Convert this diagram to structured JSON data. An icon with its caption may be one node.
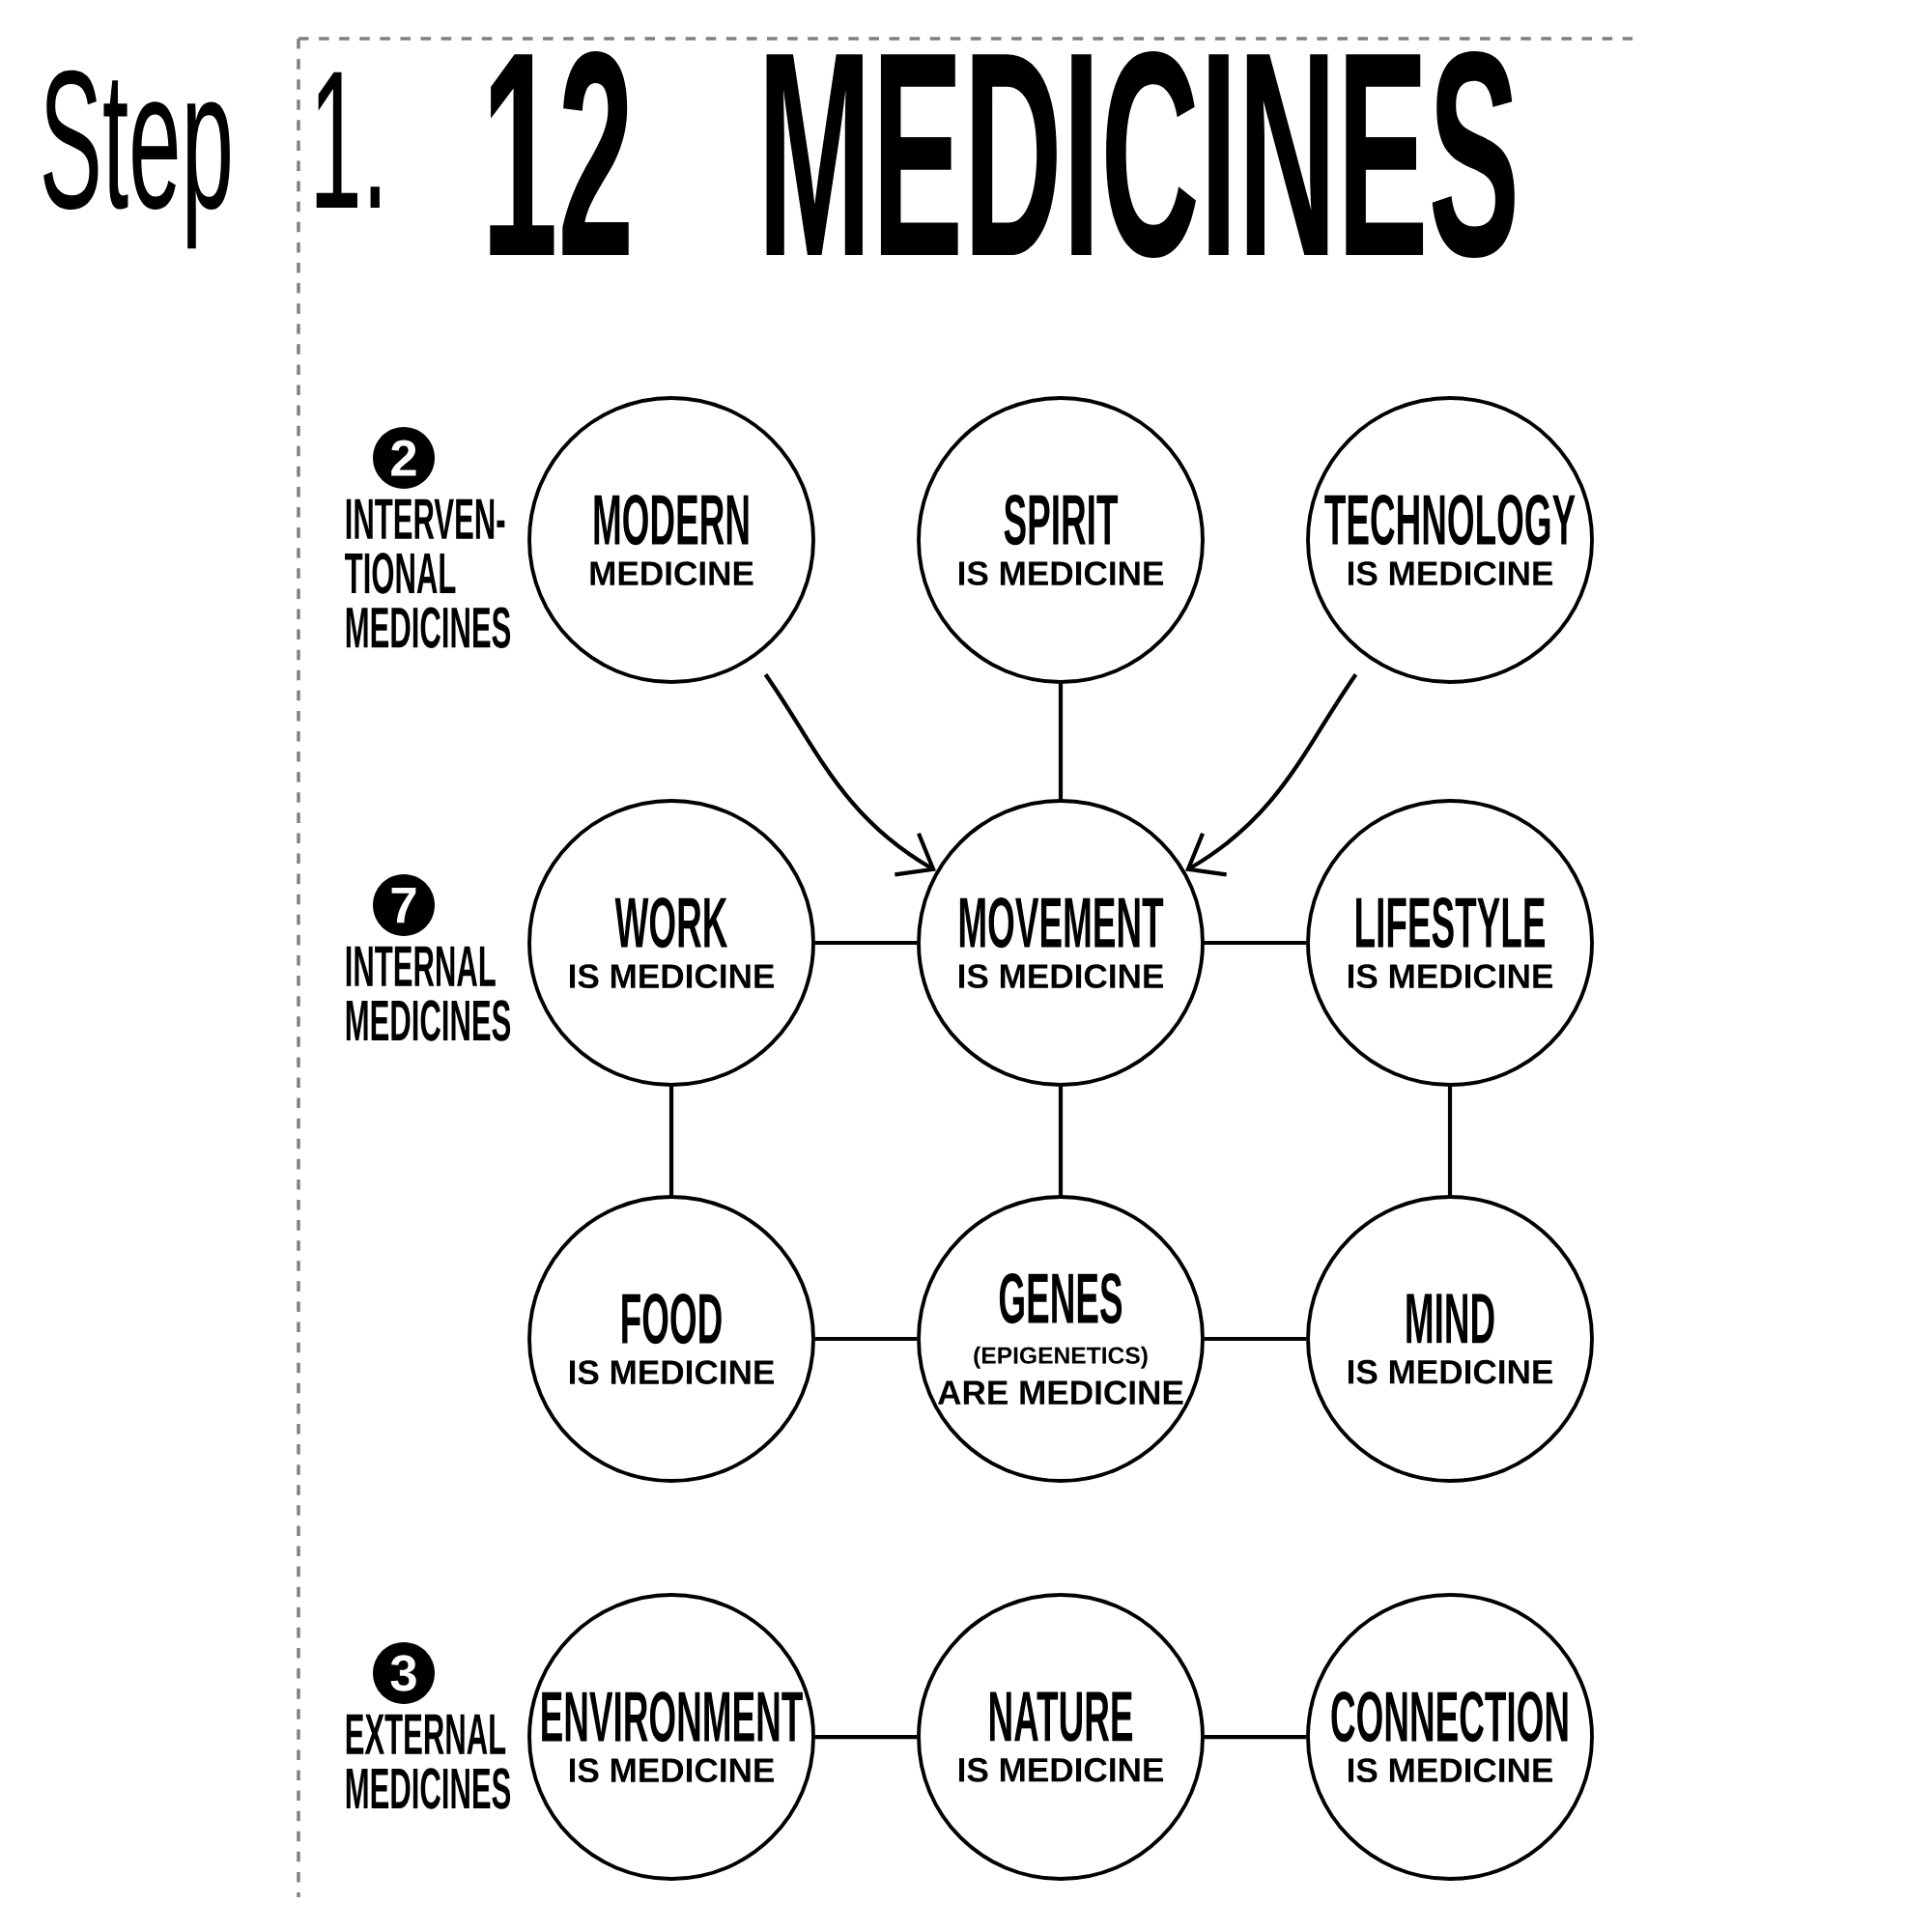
{
  "diagram": {
    "title": "12 MEDICINES",
    "nodes": [
      {
        "text": [
          "MODERN",
          "MEDICINE"
        ]
      },
      {
        "text": [
          "SPIRIT",
          "IS MEDICINE"
        ]
      },
      {
        "text": [
          "TECHNOLOGY",
          "IS MEDICINE"
        ]
      },
      {
        "text": [
          "WORK",
          "IS MEDICINE"
        ]
      },
      {
        "text": [
          "MOVEMENT",
          "IS MEDICINE"
        ]
      },
      {
        "text": [
          "LIFESTYLE",
          "IS MEDICINE"
        ]
      },
      {
        "text": [
          "FOOD",
          "IS MEDICINE"
        ]
      },
      {
        "text": [
          "GENES",
          "(EPIGENETICS)",
          "ARE MEDICINE"
        ]
      },
      {
        "text": [
          "MIND",
          "IS MEDICINE"
        ]
      },
      {
        "text": [
          "ENVIRONMENT",
          "IS MEDICINE"
        ]
      },
      {
        "text": [
          "NATURE",
          "IS MEDICINE"
        ]
      },
      {
        "text": [
          "CONNECTION",
          "IS MEDICINE"
        ]
      },
      {
        "text": [
          "2"
        ],
        "beside": [
          "INTERVEN-TIONAL MEDICINES"
        ]
      },
      {
        "text": [
          "7"
        ],
        "beside": [
          "INTERNAL MEDICINES"
        ]
      },
      {
        "text": [
          "3"
        ],
        "beside": [
          "EXTERNAL MEDICINES"
        ]
      }
    ],
    "edges": [
      {
        "from": 0,
        "to": 4,
        "arrow": "to"
      },
      {
        "from": 2,
        "to": 4,
        "arrow": "to"
      },
      {
        "from": 1,
        "to": 4,
        "arrow": "none"
      },
      {
        "from": 3,
        "to": 4,
        "arrow": "none"
      },
      {
        "from": 4,
        "to": 5,
        "arrow": "none"
      },
      {
        "from": 3,
        "to": 6,
        "arrow": "none"
      },
      {
        "from": 4,
        "to": 7,
        "arrow": "none"
      },
      {
        "from": 5,
        "to": 8,
        "arrow": "none"
      },
      {
        "from": 6,
        "to": 7,
        "arrow": "none"
      },
      {
        "from": 7,
        "to": 8,
        "arrow": "none"
      },
      {
        "from": 9,
        "to": 10,
        "arrow": "none"
      },
      {
        "from": 10,
        "to": 11,
        "arrow": "none"
      }
    ],
    "labels": [
      "Step 1."
    ]
  }
}
